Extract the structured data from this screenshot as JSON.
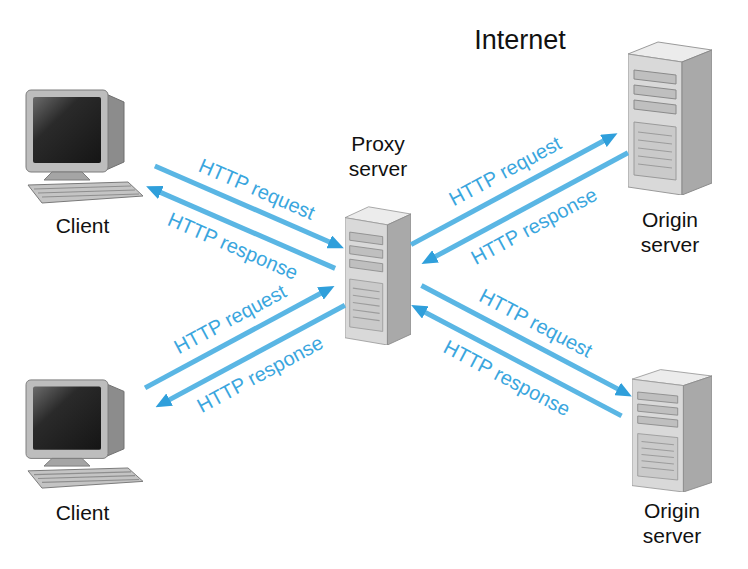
{
  "diagram": {
    "nodes": [
      {
        "text": [
          "Internet"
        ]
      },
      {
        "text": [
          "Client"
        ]
      },
      {
        "text": [
          "Proxy server"
        ]
      },
      {
        "text": [
          "Origin server"
        ]
      },
      {
        "text": [
          "Client"
        ]
      },
      {
        "text": [
          "Origin server"
        ]
      }
    ],
    "edges": [
      {
        "from": 1,
        "to": 2,
        "label": "HTTP request",
        "arrow": "to"
      },
      {
        "from": 2,
        "to": 1,
        "label": "HTTP response",
        "arrow": "to"
      },
      {
        "from": 2,
        "to": 3,
        "label": "HTTP request",
        "arrow": "to"
      },
      {
        "from": 3,
        "to": 2,
        "label": "HTTP response",
        "arrow": "to"
      },
      {
        "from": 4,
        "to": 2,
        "label": "HTTP request",
        "arrow": "to"
      },
      {
        "from": 2,
        "to": 4,
        "label": "HTTP response",
        "arrow": "to"
      },
      {
        "from": 2,
        "to": 5,
        "label": "HTTP request",
        "arrow": "to"
      },
      {
        "from": 5,
        "to": 2,
        "label": "HTTP response",
        "arrow": "to"
      }
    ]
  }
}
